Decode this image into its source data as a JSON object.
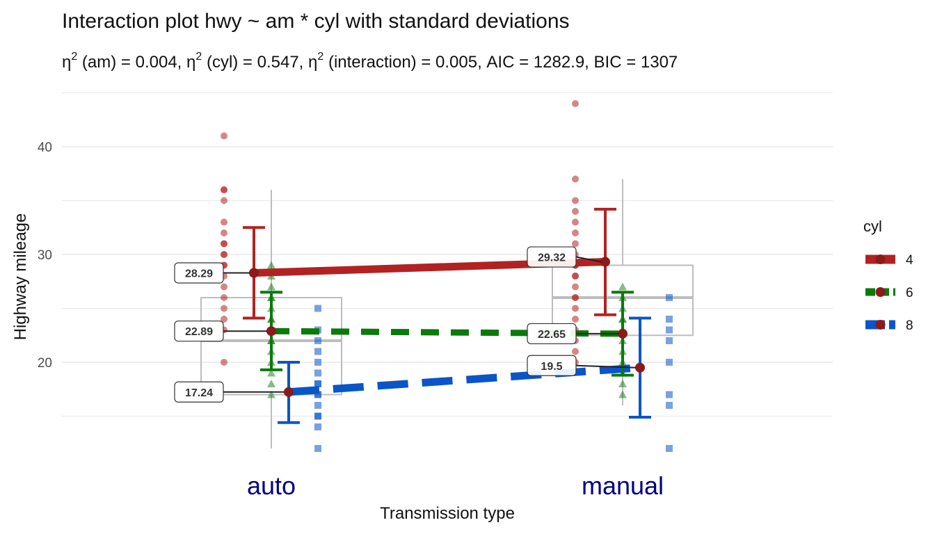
{
  "chart_data": {
    "type": "interaction",
    "title": "Interaction plot  hwy ~ am * cyl with standard deviations",
    "subtitle": {
      "eta": "η",
      "sup": "2",
      "parts": [
        " (am) = 0.004, ",
        " (cyl) = 0.547, ",
        " (interaction) = 0.005, AIC = 1282.9, BIC = 1307"
      ]
    },
    "xlabel": "Transmission type",
    "ylabel": "Highway mileage",
    "categories": [
      "auto",
      "manual"
    ],
    "y_ticks": [
      20,
      30,
      40
    ],
    "ylim": [
      10.5,
      45
    ],
    "grid": true,
    "legend": {
      "title": "cyl",
      "position": "right"
    },
    "boxes": [
      {
        "category": "auto",
        "q1": 17,
        "median": 22,
        "q3": 26,
        "min": 12,
        "max": 36
      },
      {
        "category": "manual",
        "q1": 22.5,
        "median": 26,
        "q3": 29,
        "min": 16,
        "max": 37
      }
    ],
    "series": [
      {
        "name": "4",
        "color": "#b22222",
        "means": [
          28.29,
          29.32
        ],
        "sd_low": [
          24.1,
          24.4
        ],
        "sd_high": [
          32.5,
          34.2
        ],
        "labels": [
          "28.29",
          "29.32"
        ],
        "points": [
          [
            41,
            36,
            36,
            35,
            33,
            32,
            31,
            31,
            30,
            30,
            29,
            29,
            28,
            27,
            26,
            25,
            24,
            23,
            20
          ],
          [
            44,
            37,
            35,
            34,
            33,
            32,
            31,
            30,
            29,
            29,
            29,
            28,
            28,
            27,
            26,
            26,
            25,
            24,
            23,
            22,
            21,
            20
          ]
        ]
      },
      {
        "name": "6",
        "color": "#0a7a0a",
        "means": [
          22.89,
          22.65
        ],
        "sd_low": [
          19.3,
          18.8
        ],
        "sd_high": [
          26.5,
          26.5
        ],
        "labels": [
          "22.89",
          "22.65"
        ],
        "points": [
          [
            29,
            28,
            27,
            26,
            26,
            25,
            24,
            24,
            23,
            23,
            22,
            22,
            21,
            20,
            19,
            18,
            17
          ],
          [
            27,
            26,
            25,
            24,
            24,
            23,
            22,
            21,
            20,
            19,
            18,
            17
          ]
        ]
      },
      {
        "name": "8",
        "color": "#0a55c8",
        "means": [
          17.24,
          19.5
        ],
        "sd_low": [
          14.4,
          14.9
        ],
        "sd_high": [
          20.0,
          24.1
        ],
        "labels": [
          "17.24",
          "19.5"
        ],
        "points": [
          [
            25,
            23,
            22,
            21,
            20,
            19,
            18,
            18,
            17,
            17,
            16,
            15,
            15,
            14,
            12
          ],
          [
            26,
            24,
            23,
            22,
            20,
            17,
            16,
            12
          ]
        ]
      }
    ]
  }
}
